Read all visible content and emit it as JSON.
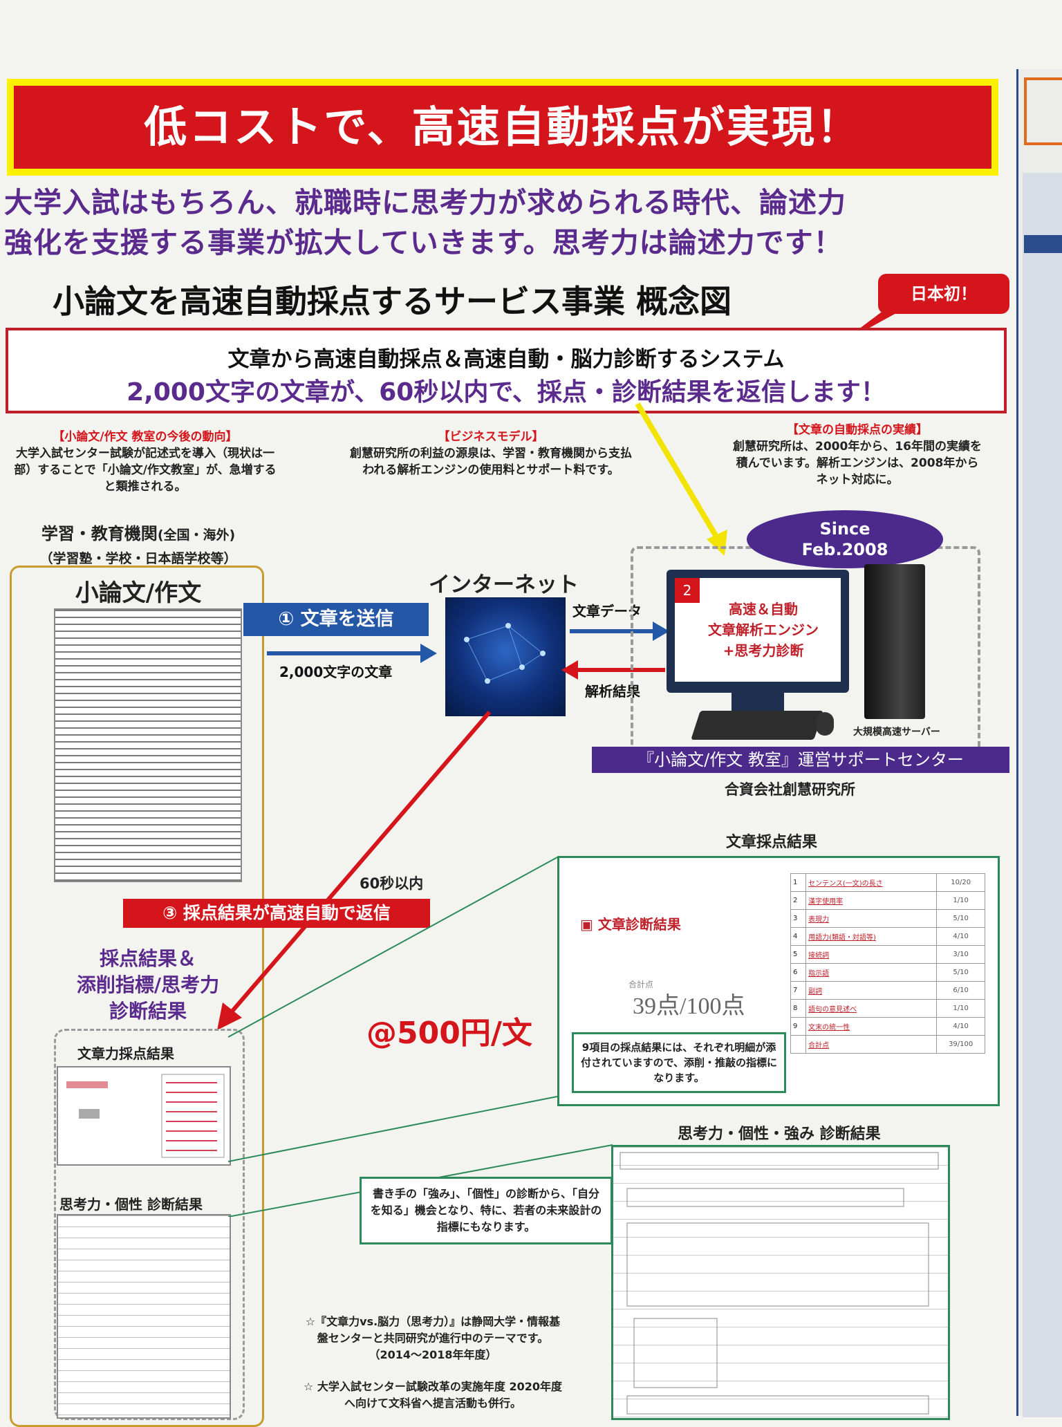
{
  "banner": {
    "title": "低コストで、高速自動採点が実現！"
  },
  "lead": {
    "line1": "大学入試はもちろん、就職時に思考力が求められる時代、論述力",
    "line2": "強化を支援する事業が拡大していきます。思考力は論述力です！"
  },
  "concept": {
    "title": "小論文を高速自動採点するサービス事業 概念図",
    "badge": "日本初！"
  },
  "system": {
    "line1": "文章から高速自動採点＆高速自動・脳力診断するシステム",
    "line2": "2,000文字の文章が、60秒以内で、採点・診断結果を返信します！"
  },
  "notes": {
    "trend_head": "【小論文/作文 教室の今後の動向】",
    "trend_body": "大学入試センター試験が記述式を導入（現状は一部）することで「小論文/作文教室」が、急増すると類推される。",
    "model_head": "【ビジネスモデル】",
    "model_body": "創慧研究所の利益の源泉は、学習・教育機関から支払われる解析エンジンの使用料とサポート料です。",
    "record_head": "【文章の自動採点の実績】",
    "record_body": "創慧研究所は、2000年から、16年間の実績を積んでいます。解析エンジンは、2008年からネット対応に。"
  },
  "institution": {
    "title": "学習・教育機関",
    "title_sub": "(全国・海外)",
    "subtitle": "（学習塾・学校・日本語学校等）",
    "essay_label": "小論文/作文"
  },
  "flow": {
    "step1": "① 文章を送信",
    "chars": "2,000文字の文章",
    "internet": "インターネット",
    "data": "文章データ",
    "analysis": "解析結果",
    "step3": "③ 採点結果が高速自動で返信",
    "sixty": "60秒以内",
    "price": "@500円/文"
  },
  "server": {
    "since": "Since",
    "since_date": "Feb.2008",
    "step_num": "2",
    "engine_l1": "高速＆自動",
    "engine_l2": "文章解析エンジン",
    "engine_l3": "+思考力診断",
    "tower_label": "大規模高速サーバー",
    "support": "『小論文/作文 教室』運営サポートセンター",
    "company": "合資会社創慧研究所"
  },
  "results": {
    "head_l1": "採点結果＆",
    "head_l2": "添削指標/思考力",
    "head_l3": "診断結果",
    "writing_title": "文章力採点結果",
    "thinking_title": "思考力・個性 診断結果"
  },
  "score_panel": {
    "head": "文章採点結果",
    "diag_title": "文章診断結果",
    "total_label": "合計点",
    "total": "39点/100点",
    "explain": "9項目の採点結果には、それぞれ明細が添付されていますので、添削・推敲の指標になります。",
    "rows": [
      {
        "no": "1",
        "item": "センテンス(一文)の長さ",
        "pt": "10/20"
      },
      {
        "no": "2",
        "item": "漢字使用率",
        "pt": "1/10"
      },
      {
        "no": "3",
        "item": "表現力",
        "pt": "5/10"
      },
      {
        "no": "4",
        "item": "用語力(類語・対語等)",
        "pt": "4/10"
      },
      {
        "no": "5",
        "item": "接続詞",
        "pt": "3/10"
      },
      {
        "no": "6",
        "item": "指示語",
        "pt": "5/10"
      },
      {
        "no": "7",
        "item": "副詞",
        "pt": "6/10"
      },
      {
        "no": "8",
        "item": "語句の意見述べ",
        "pt": "1/10"
      },
      {
        "no": "9",
        "item": "文末の統一性",
        "pt": "4/10"
      },
      {
        "no": "",
        "item": "合計点",
        "pt": "39/100"
      }
    ]
  },
  "think_panel": {
    "head": "思考力・個性・強み 診断結果",
    "callout": "書き手の「強み」、「個性」の診断から、「自分を知る」機会となり、特に、若者の未来設計の指標にもなります。"
  },
  "footnotes": {
    "f1": "☆『文章力vs.脳力（思考力）』は静岡大学・情報基盤センターと共同研究が進行中のテーマです。（2014〜2018年年度）",
    "f2": "☆ 大学入試センター試験改革の実施年度 2020年度へ向けて文科省へ提言活動も併行。"
  }
}
